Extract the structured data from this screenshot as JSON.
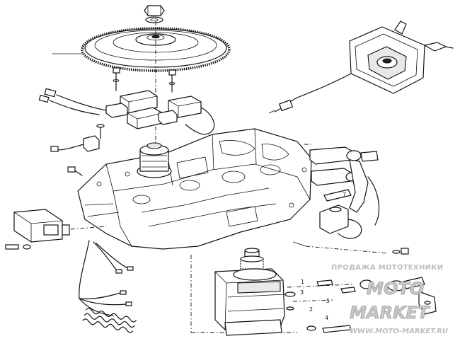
{
  "callouts": {
    "c1": "1",
    "c2": "2",
    "c3": "3",
    "c4": "4",
    "c5": "5",
    "c7": "7"
  },
  "watermark": {
    "top": "ПРОДАЖА МОТОТЕХНИКИ",
    "line1": "MOTO",
    "line2": "MARKET",
    "url": "WWW.MOTO-MARKET.RU"
  }
}
